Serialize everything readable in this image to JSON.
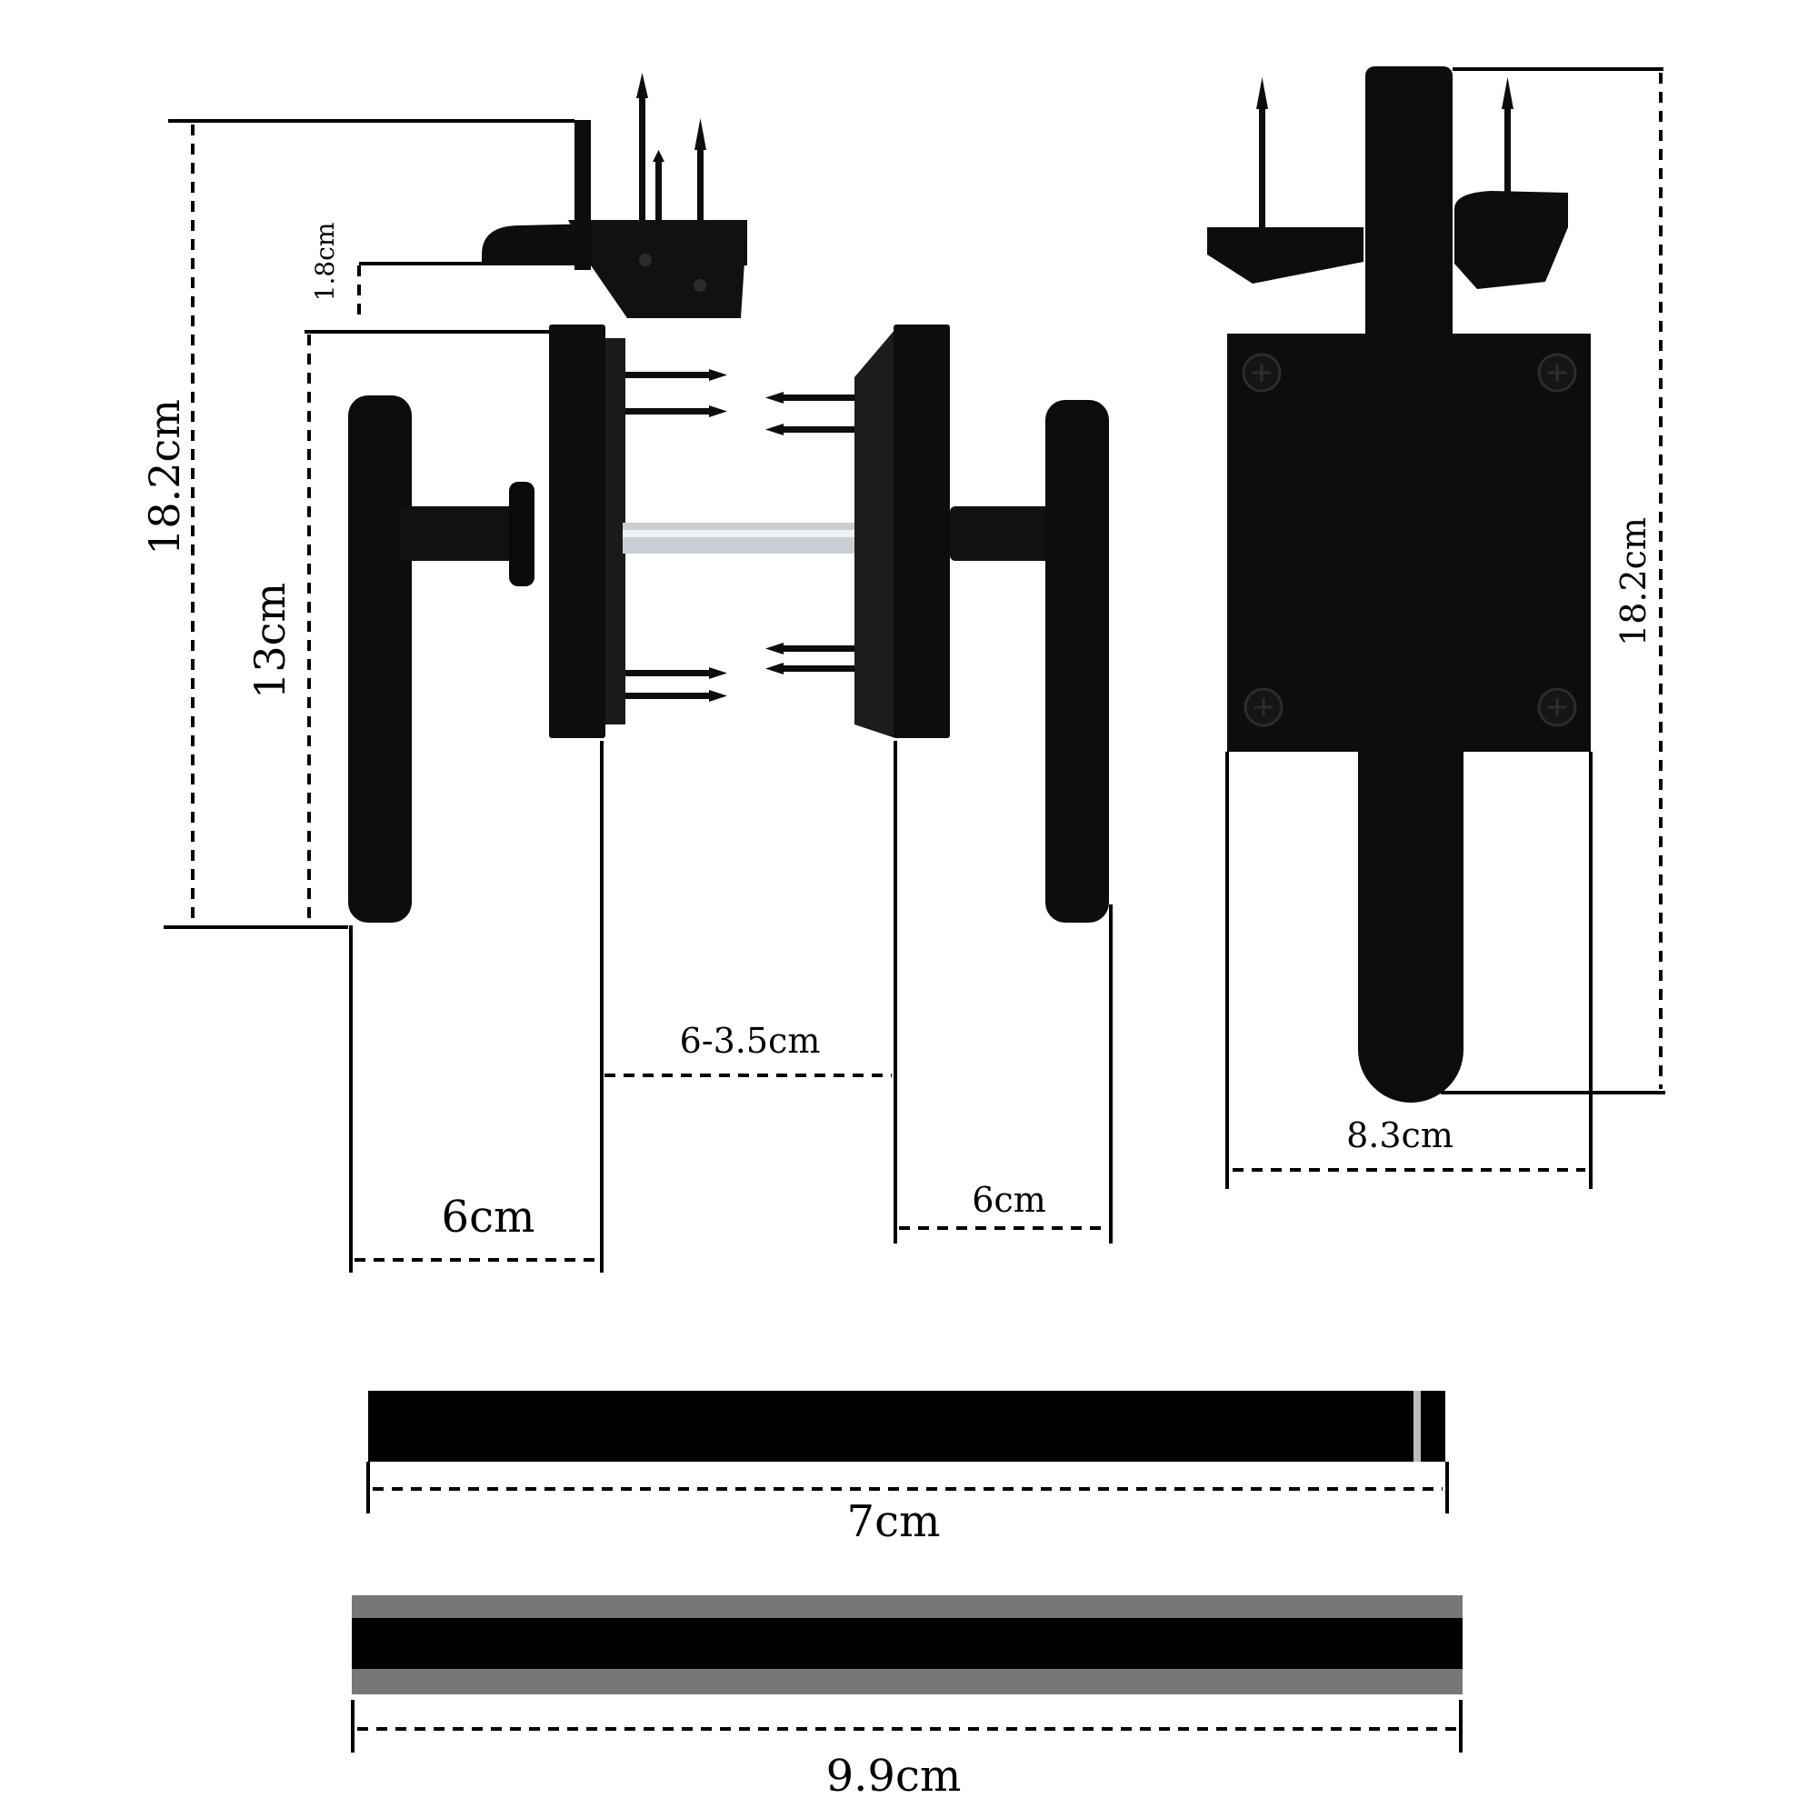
{
  "colors": {
    "ink": "#000000",
    "hardware": "#0d0d0d",
    "hardware_edge": "#262626",
    "spindle": "#c9ced2",
    "grey_band": "#777777",
    "background": "#ffffff"
  },
  "front_view": {
    "overall_height": "18.2cm",
    "latch_plate_thickness": "1.8cm",
    "rose_height": "13cm",
    "door_thickness_range": "6-3.5cm",
    "left_lever_projection": "6cm",
    "right_lever_projection": "6cm"
  },
  "side_view": {
    "overall_height": "18.2cm",
    "rose_width": "8.3cm"
  },
  "accessories": {
    "spindle_length": "7cm",
    "strip_length": "9.9cm"
  }
}
